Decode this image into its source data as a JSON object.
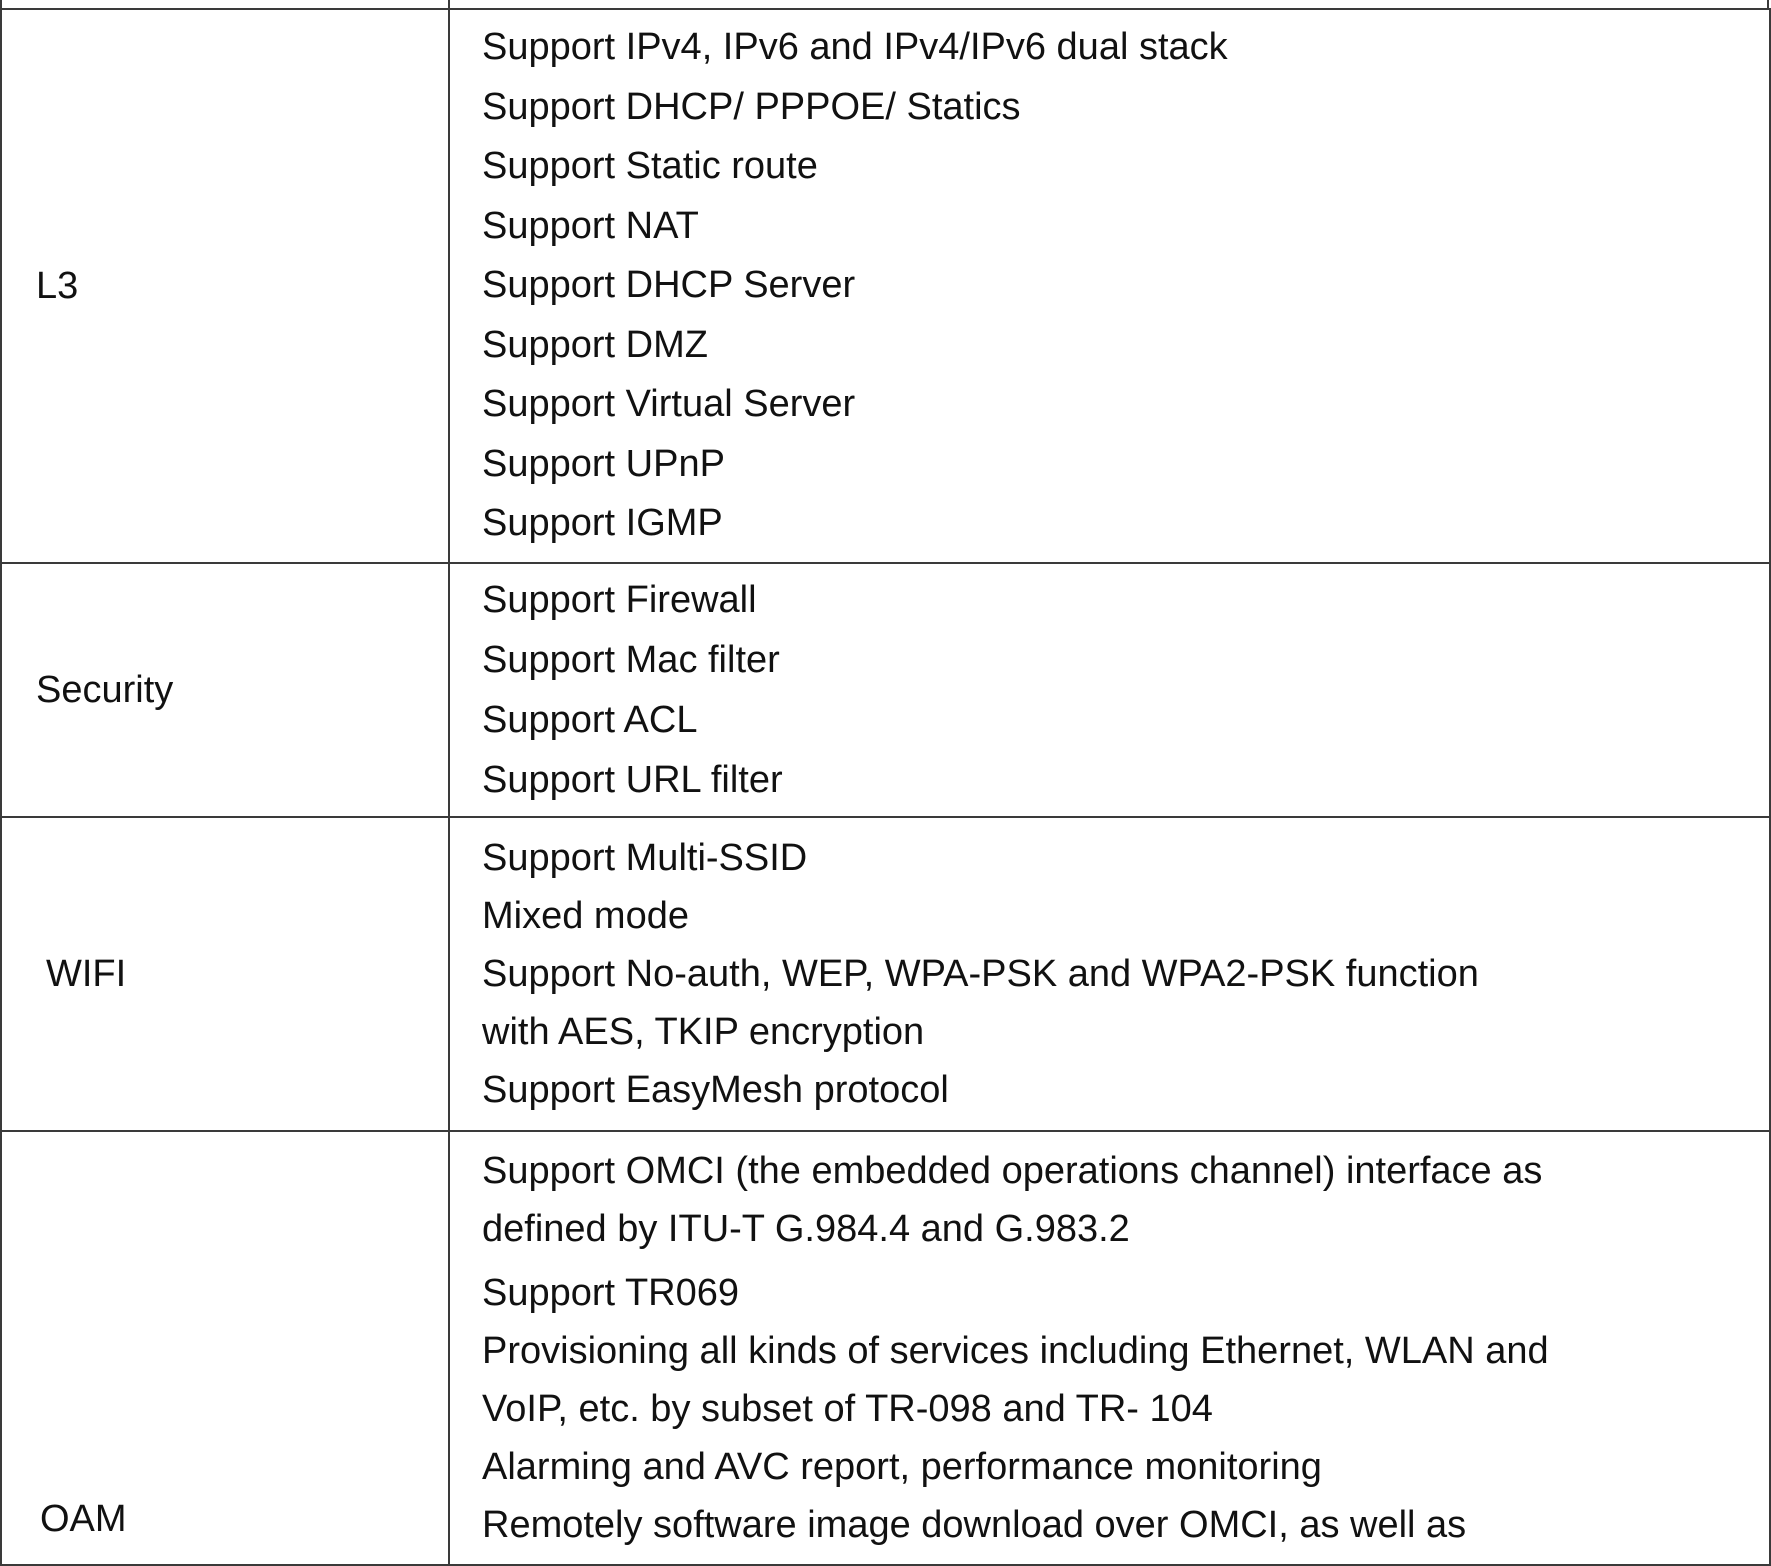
{
  "rows": [
    {
      "label": "L3",
      "features": [
        "Support IPv4, IPv6 and IPv4/IPv6 dual stack",
        "Support DHCP/ PPPOE/ Statics",
        "Support Static route",
        "Support NAT",
        "Support DHCP Server",
        "Support DMZ",
        "Support Virtual Server",
        "Support UPnP",
        "Support IGMP"
      ]
    },
    {
      "label": "Security",
      "features": [
        "Support Firewall",
        "Support Mac filter",
        "Support ACL",
        "Support URL filter"
      ]
    },
    {
      "label": "WIFI",
      "features": [
        "Support Multi-SSID",
        "Mixed mode",
        "Support No-auth, WEP, WPA-PSK and WPA2-PSK function",
        "with AES, TKIP encryption",
        "Support EasyMesh protocol"
      ]
    },
    {
      "label": "OAM",
      "features": [
        "Support OMCI (the embedded operations channel) interface as",
        "defined by ITU-T G.984.4 and G.983.2",
        "Support TR069",
        "Provisioning all kinds of services including Ethernet, WLAN and",
        "VoIP, etc. by subset of TR-098 and TR- 104",
        "Alarming and AVC report, performance monitoring",
        "Remotely software image download over OMCI, as well as"
      ]
    }
  ]
}
